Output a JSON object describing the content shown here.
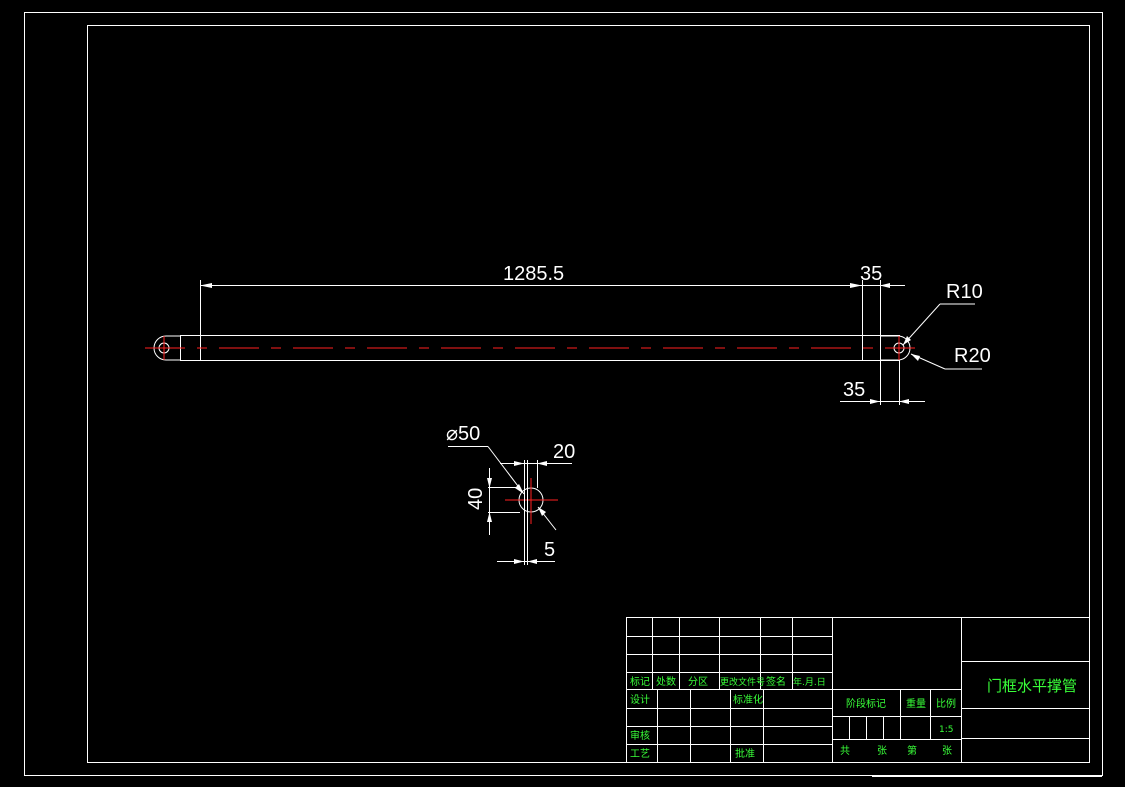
{
  "drawing": {
    "dimensions": {
      "length": "1285.5",
      "end_width_top": "35",
      "end_width_bottom": "35",
      "radius_small": "R10",
      "radius_large": "R20",
      "diameter": "⌀50",
      "width_20": "20",
      "height_40": "40",
      "thickness_5": "5"
    }
  },
  "title_block": {
    "part_name": "门框水平撑管",
    "col_mark": "标记",
    "col_count": "处数",
    "col_zone": "分区",
    "col_change_doc": "更改文件号",
    "col_signature": "签名",
    "col_date": "年.月.日",
    "design": "设计",
    "standardization": "标准化",
    "review": "审核",
    "process": "工艺",
    "approve": "批准",
    "stage_mark": "阶段标记",
    "weight": "重量",
    "scale": "比例",
    "scale_value": "1:5",
    "total": "共",
    "sheets": "张",
    "page_no": "第",
    "sheets2": "张"
  }
}
